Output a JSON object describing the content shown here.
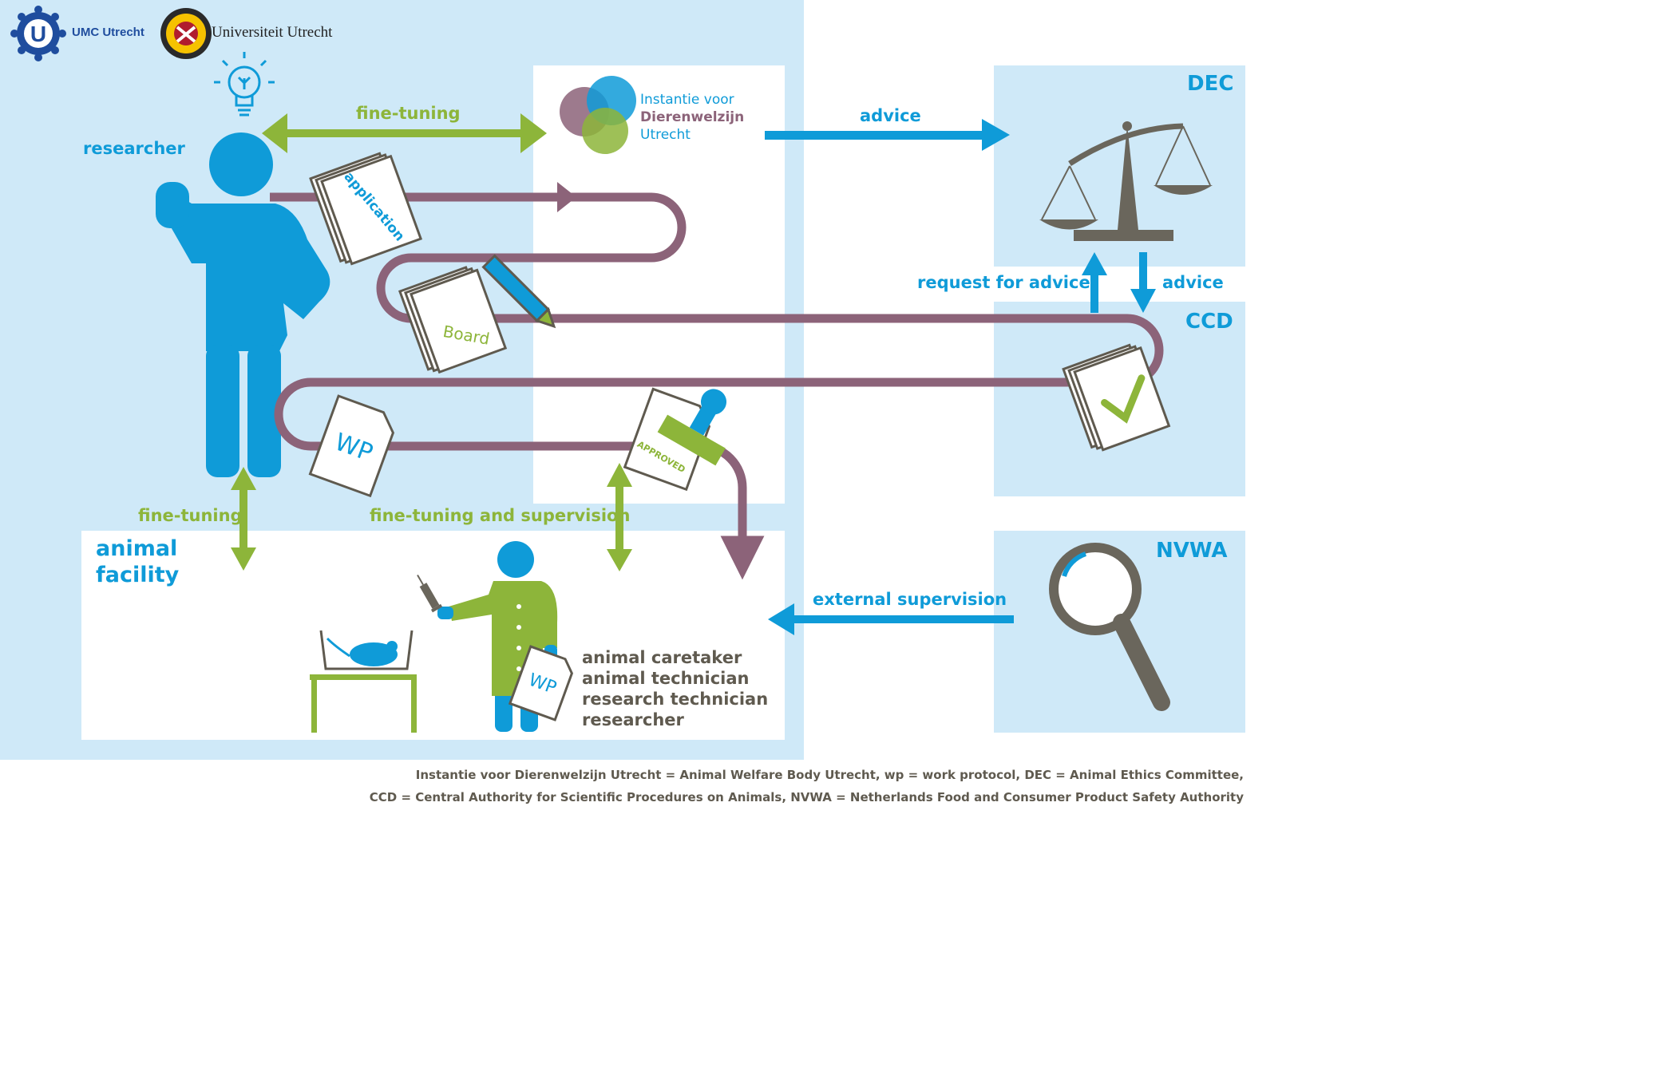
{
  "logos": {
    "umc_letter": "U",
    "umc": "UMC Utrecht",
    "uu": "Universiteit Utrecht"
  },
  "ivd": {
    "line1": "Instantie voor",
    "line2": "Dierenwelzijn",
    "line3": "Utrecht"
  },
  "labels": {
    "researcher": "researcher",
    "fine_tuning_top": "fine-tuning",
    "advice_top": "advice",
    "dec": "DEC",
    "ccd": "CCD",
    "request_for_advice": "request for advice",
    "advice_right": "advice",
    "nvwa": "NVWA",
    "external_supervision": "external supervision",
    "fine_tuning_left": "fine-tuning",
    "fine_tuning_supervision": "fine-tuning and supervision",
    "animal_facility_1": "animal",
    "animal_facility_2": "facility"
  },
  "documents": {
    "application": "application",
    "board": "Board",
    "wp_large": "WP",
    "approved": "APPROVED",
    "wp_small": "WP"
  },
  "staff": [
    "animal caretaker",
    "animal technician",
    "research technician",
    "researcher"
  ],
  "footnote": {
    "line1": "Instantie voor Dierenwelzijn Utrecht = Animal Welfare Body Utrecht, wp = work protocol, DEC = Animal Ethics Committee,",
    "line2": "CCD = Central Authority for Scientific Procedures on Animals, NVWA = Netherlands Food and Consumer Product Safety Authority"
  },
  "colors": {
    "panel_light_blue": "#cfe9f8",
    "blue": "#0f9bd8",
    "green": "#8db53a",
    "purple": "#8c6379",
    "gray": "#6a665c"
  },
  "icons": [
    "lightbulb-icon",
    "researcher-figure-icon",
    "scale-icon",
    "magnifier-icon",
    "checkmark-icon",
    "pen-icon",
    "stamp-icon",
    "mouse-icon",
    "syringe-icon",
    "technician-figure-icon"
  ]
}
